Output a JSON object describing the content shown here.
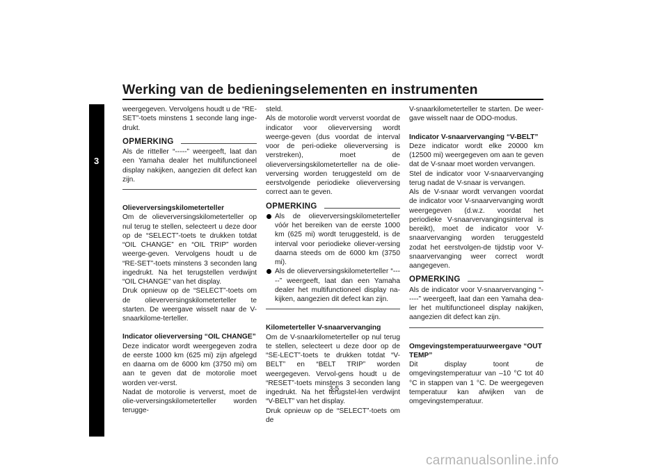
{
  "header": {
    "title": "Werking van de bedieningselementen en instrumenten",
    "chapter": "3"
  },
  "page_number": "3-5",
  "watermark": "carmanualsonline.info",
  "col1": {
    "p1": "weergegeven. Vervolgens houdt u de “RE-SET”-toets minstens 1 seconde lang inge-drukt.",
    "note1": {
      "label": "OPMERKING",
      "text": "Als de ritteller “-----” weergeeft, laat dan een Yamaha dealer het multifunctioneel display nakijken, aangezien dit defect kan zijn."
    },
    "h1": "Olieverversingskilometerteller",
    "p2": "Om de olieverversingskilometerteller op nul terug te stellen, selecteert u deze door op de “SELECT”-toets te drukken totdat “OIL CHANGE” en “OIL TRIP” worden weerge-geven. Vervolgens houdt u de “RE-SET”-toets minstens 3 seconden lang ingedrukt. Na het terugstellen verdwijnt “OIL CHANGE” van het display.",
    "p3": "Druk opnieuw op de “SELECT”-toets om de olieverversingskilometerteller te starten. De weergave wisselt naar de V-snaarkilome-terteller.",
    "h2": "Indicator olieverversing “OIL CHANGE”",
    "p4": "Deze indicator wordt weergegeven zodra de eerste 1000 km (625 mi) zijn afgelegd en daarna om de 6000 km (3750 mi) om aan te geven dat de motorolie moet worden ver-verst.",
    "p5": "Nadat de motorolie is ververst, moet de olie-verversingskilometerteller worden terugge-"
  },
  "col2": {
    "p1": "steld.",
    "p2": "Als de motorolie wordt ververst voordat de indicator voor olieverversing wordt weerge-geven (dus voordat de interval voor de peri-odieke olieverversing is verstreken), moet de olieverversingskilometerteller na de olie-verversing worden teruggesteld om de eerstvolgende periodieke olieverversing correct aan te geven.",
    "note": {
      "label": "OPMERKING",
      "bullets": [
        "Als de olieverversingskilometerteller vóór het bereiken van de eerste 1000 km (625 mi) wordt teruggesteld, is de interval voor periodieke oliever-versing daarna steeds om de 6000 km (3750 mi).",
        "Als de olieverversingskilometerteller “-----” weergeeft, laat dan een Yamaha dealer het multifunctioneel display na-kijken, aangezien dit defect kan zijn."
      ]
    },
    "h1": "Kilometerteller V-snaarvervanging",
    "p3": "Om de V-snaarkilometerteller op nul terug te stellen, selecteert u deze door op de “SE-LECT”-toets te drukken totdat “V-BELT” en “BELT TRIP” worden weergegeven. Vervol-gens houdt u de “RESET”-toets minstens 3 seconden lang ingedrukt. Na het terugstel-len verdwijnt “V-BELT” van het display.",
    "p4": "Druk opnieuw op de “SELECT”-toets om de"
  },
  "col3": {
    "p1": "V-snaarkilometerteller te starten. De weer-gave wisselt naar de ODO-modus.",
    "h1": "Indicator V-snaarvervanging “V-BELT”",
    "p2": "Deze indicator wordt elke 20000 km (12500 mi) weergegeven om aan te geven dat de V-snaar moet worden vervangen.",
    "p3": "Stel de indicator voor V-snaarvervanging terug nadat de V-snaar is vervangen.",
    "p4": "Als de V-snaar wordt vervangen voordat de indicator voor V-snaarvervanging wordt weergegeven (d.w.z. voordat het periodieke V-snaarvervangingsinterval is bereikt), moet de indicator voor V-snaarvervanging worden teruggesteld zodat het eerstvolgen-de tijdstip voor V-snaarvervanging weer correct wordt aangegeven.",
    "note": {
      "label": "OPMERKING",
      "text": "Als de indicator voor V-snaarvervanging “-----” weergeeft, laat dan een Yamaha dea-ler het multifunctioneel display nakijken, aangezien dit defect kan zijn."
    },
    "h2": "Omgevingstemperatuurweergave “OUT TEMP”",
    "p5": "Dit display toont de omgevingstemperatuur van –10 °C tot 40 °C in stappen van 1 °C. De weergegeven temperatuur kan afwijken van de omgevingstemperatuur."
  }
}
